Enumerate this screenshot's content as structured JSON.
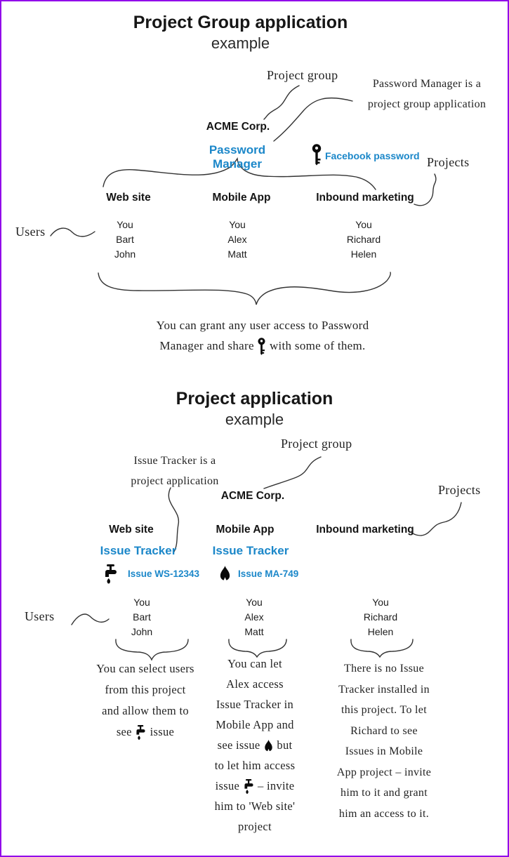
{
  "colors": {
    "accent_blue": "#1b87c9",
    "border_purple": "#9209ea",
    "ink": "#232323"
  },
  "s1": {
    "title": "Project Group application",
    "subtitle": "example",
    "ann_project_group": "Project group",
    "ann_pm_1": "Password Manager is a",
    "ann_pm_2": "project group application",
    "ann_projects": "Projects",
    "ann_users": "Users",
    "org": "ACME Corp.",
    "app": "Password Manager",
    "key_label": "Facebook password",
    "projects": [
      {
        "name": "Web site"
      },
      {
        "name": "Mobile App"
      },
      {
        "name": "Inbound marketing"
      }
    ],
    "users": [
      [
        "You",
        "Bart",
        "John"
      ],
      [
        "You",
        "Alex",
        "Matt"
      ],
      [
        "You",
        "Richard",
        "Helen"
      ]
    ],
    "caption_1": "You can grant any user access to Password",
    "caption_2a": "Manager and share",
    "caption_2b": "with some of them."
  },
  "s2": {
    "title": "Project application",
    "subtitle": "example",
    "ann_it_1": "Issue Tracker is a",
    "ann_it_2": "project application",
    "ann_project_group": "Project group",
    "ann_projects": "Projects",
    "ann_users": "Users",
    "org": "ACME Corp.",
    "projects": [
      {
        "name": "Web site",
        "app": "Issue Tracker",
        "issue": "Issue WS-12343"
      },
      {
        "name": "Mobile App",
        "app": "Issue Tracker",
        "issue": "Issue MA-749"
      },
      {
        "name": "Inbound marketing"
      }
    ],
    "users": [
      [
        "You",
        "Bart",
        "John"
      ],
      [
        "You",
        "Alex",
        "Matt"
      ],
      [
        "You",
        "Richard",
        "Helen"
      ]
    ],
    "note1": [
      "You can select users",
      "from this project",
      "and allow them to"
    ],
    "note1_see": "see",
    "note1_issue": "issue",
    "note2a": [
      "You can let",
      "Alex access",
      "Issue Tracker in",
      "Mobile App and"
    ],
    "note2_see": "see issue",
    "note2_but": "but",
    "note2_line6": "to let him access",
    "note2_issue": "issue",
    "note2_invite": "– invite",
    "note2_line8": "him to 'Web site'",
    "note2_line9": "project",
    "note3": [
      "There is no Issue",
      "Tracker installed in",
      "this project. To let",
      "Richard to see",
      "Issues in Mobile",
      "App project – invite",
      "him to it and grant",
      "him an access to it."
    ]
  }
}
